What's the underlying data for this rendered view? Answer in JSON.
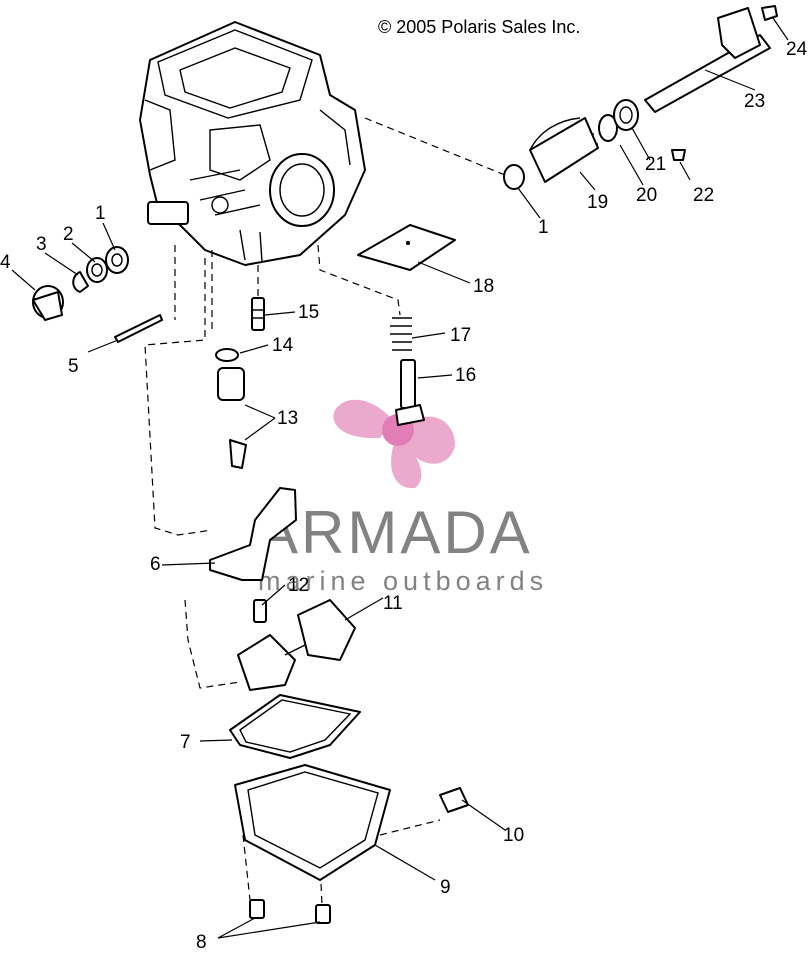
{
  "copyright": "© 2005 Polaris Sales Inc.",
  "watermark": {
    "title": "ARMADA",
    "subtitle": "marine outboards",
    "logo_color": "#e8a0c8",
    "text_color": "#6d6d6d"
  },
  "callouts": [
    {
      "id": "c1a",
      "label": "1"
    },
    {
      "id": "c2",
      "label": "2"
    },
    {
      "id": "c3",
      "label": "3"
    },
    {
      "id": "c4",
      "label": "4"
    },
    {
      "id": "c5",
      "label": "5"
    },
    {
      "id": "c6",
      "label": "6"
    },
    {
      "id": "c7",
      "label": "7"
    },
    {
      "id": "c8",
      "label": "8"
    },
    {
      "id": "c9",
      "label": "9"
    },
    {
      "id": "c10",
      "label": "10"
    },
    {
      "id": "c11",
      "label": "11"
    },
    {
      "id": "c12",
      "label": "12"
    },
    {
      "id": "c13",
      "label": "13"
    },
    {
      "id": "c14",
      "label": "14"
    },
    {
      "id": "c15",
      "label": "15"
    },
    {
      "id": "c16",
      "label": "16"
    },
    {
      "id": "c17",
      "label": "17"
    },
    {
      "id": "c18",
      "label": "18"
    },
    {
      "id": "c1b",
      "label": "1"
    },
    {
      "id": "c19",
      "label": "19"
    },
    {
      "id": "c20",
      "label": "20"
    },
    {
      "id": "c21",
      "label": "21"
    },
    {
      "id": "c22",
      "label": "22"
    },
    {
      "id": "c23",
      "label": "23"
    },
    {
      "id": "c24",
      "label": "24"
    }
  ]
}
